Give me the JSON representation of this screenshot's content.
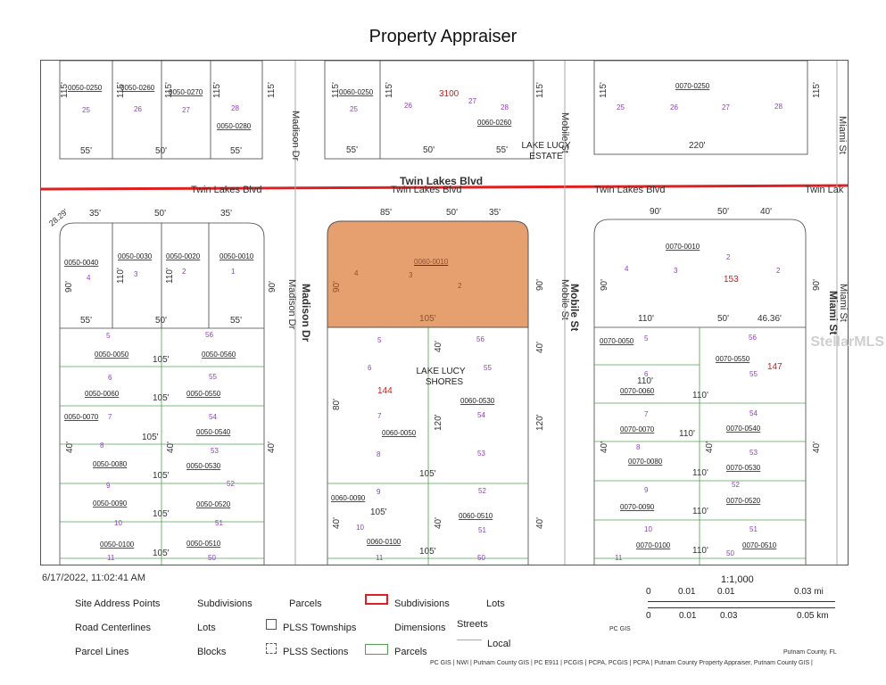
{
  "title": "Property Appraiser",
  "timestamp": "6/17/2022, 11:02:41 AM",
  "watermark": "StellarMLS",
  "colors": {
    "subject_parcel": "#e6a070",
    "road_centerline": "#e02020",
    "parcel_line": "#444444",
    "lot_number": "#9040c0",
    "block_number": "#cc2020",
    "lot_line": "#50a050"
  },
  "streets": {
    "twin_lakes_1": "Twin Lakes Blvd",
    "twin_lakes_2": "Twin Lakes Blvd",
    "twin_lakes_3": "Twin Lakes Blvd",
    "twin_lakes_partial": "Twin Lak",
    "twin_lakes_bold": "Twin Lakes Blvd",
    "madison_1": "Madison Dr",
    "madison_2": "Madison Dr",
    "madison_bold": "Madison Dr",
    "mobile_1": "Mobile St",
    "mobile_2": "Mobile St",
    "mobile_bold": "Mobile St",
    "miami_1": "Miami St",
    "miami_2": "Miami St",
    "miami_bold": "Miami St"
  },
  "subdivisions": {
    "lake_lucy_estate_1": "LAKE LUCY",
    "lake_lucy_estate_2": "ESTATE",
    "lake_lucy_shores_1": "LAKE LUCY",
    "lake_lucy_shores_2": "SHORES"
  },
  "blocks": [
    "3100",
    "144",
    "153",
    "147"
  ],
  "parcels": {
    "p0050_0250": "0050-0250",
    "p0050_0260": "0050-0260",
    "p0050_0270": "0050-0270",
    "p0050_0280": "0050-0280",
    "p0060_0250": "0060-0250",
    "p0060_0260": "0060-0260",
    "p0070_0250": "0070-0250",
    "p0050_0040": "0050-0040",
    "p0050_0030": "0050-0030",
    "p0050_0020": "0050-0020",
    "p0050_0010": "0050-0010",
    "p0060_0010": "0060-0010",
    "p0070_0010": "0070-0010",
    "p0050_0050": "0050-0050",
    "p0050_0560": "0050-0560",
    "p0050_0060": "0050-0060",
    "p0050_0550": "0050-0550",
    "p0050_0070": "0050-0070",
    "p0050_0540": "0050-0540",
    "p0050_0080": "0050-0080",
    "p0050_0530": "0050-0530",
    "p0050_0090": "0050-0090",
    "p0050_0520": "0050-0520",
    "p0050_0100": "0050-0100",
    "p0050_0510": "0050-0510",
    "p0060_0530": "0060-0530",
    "p0060_0050": "0060-0050",
    "p0060_0090": "0060-0090",
    "p0060_0510": "0060-0510",
    "p0060_0100": "0060-0100",
    "p0070_0050": "0070-0050",
    "p0070_0550": "0070-0550",
    "p0070_0060": "0070-0060",
    "p0070_0070": "0070-0070",
    "p0070_0540": "0070-0540",
    "p0070_0080": "0070-0080",
    "p0070_0530": "0070-0530",
    "p0070_0090": "0070-0090",
    "p0070_0520": "0070-0520",
    "p0070_0100": "0070-0100",
    "p0070_0510": "0070-0510"
  },
  "lots": {
    "l25a": "25",
    "l26a": "26",
    "l27a": "27",
    "l28a": "28",
    "l25b": "25",
    "l26b": "26",
    "l27b": "27",
    "l28b": "28",
    "l25c": "25",
    "l26c": "26",
    "l27c": "27",
    "l28c": "28",
    "l4a": "4",
    "l3a": "3",
    "l2a": "2",
    "l1a": "1",
    "l4b": "4",
    "l3b": "3",
    "l2b": "2",
    "l4c": "4",
    "l3c": "3",
    "l2c": "2",
    "l2d": "2",
    "w5": "5",
    "w56": "56",
    "w6": "6",
    "w55": "55",
    "w7": "7",
    "w54": "54",
    "w8": "8",
    "w53": "53",
    "w9": "9",
    "w52": "52",
    "w10": "10",
    "w51": "51",
    "w11": "11",
    "w50": "50",
    "c5": "5",
    "c56": "56",
    "c6": "6",
    "c55": "55",
    "c7": "7",
    "c54": "54",
    "c8": "8",
    "c53": "53",
    "c9": "9",
    "c52": "52",
    "c10": "10",
    "c51": "51",
    "c11": "11",
    "c50": "50",
    "e5": "5",
    "e56": "56",
    "e6": "6",
    "e55": "55",
    "e7": "7",
    "e54": "54",
    "e8": "8",
    "e53": "53",
    "e9": "9",
    "e52": "52",
    "e10": "10",
    "e51": "51",
    "e11": "11",
    "e50": "50"
  },
  "dimensions": {
    "d115a": "115'",
    "d115b": "115'",
    "d115c": "115'",
    "d115d": "115'",
    "d115e": "115'",
    "d115f": "115'",
    "d115g": "115'",
    "d115h": "115'",
    "d115i": "115'",
    "d115j": "115'",
    "d55a": "55'",
    "d50a": "50'",
    "d55b": "55'",
    "d55c": "55'",
    "d50b": "50'",
    "d55d": "55'",
    "d220": "220'",
    "d35a": "35'",
    "d50c": "50'",
    "d35b": "35'",
    "d2829": "28.29'",
    "d85": "85'",
    "d50d": "50'",
    "d35c": "35'",
    "d90a": "90'",
    "d50e": "50'",
    "d40a": "40'",
    "d90b": "90'",
    "d110a": "110'",
    "d110b": "110'",
    "d90c": "90'",
    "d90d": "90'",
    "d90e": "90'",
    "d90f": "90'",
    "d55e": "55'",
    "d50f": "50'",
    "d55f": "55'",
    "d105a": "105'",
    "d110c": "110'",
    "d50g": "50'",
    "d4636": "46.36'",
    "d105b": "105'",
    "d105c": "105'",
    "d105d": "105'",
    "d105e": "105'",
    "d105f": "105'",
    "d40b": "40'",
    "d40c": "40'",
    "d40d": "40'",
    "d40e": "40'",
    "d40f": "40'",
    "d80": "80'",
    "d120a": "120'",
    "d120b": "120'",
    "d40g": "40'",
    "d105g": "105'",
    "d105h": "105'",
    "d40h": "40'",
    "d40i": "40'",
    "d105i": "105'",
    "d110d": "110'",
    "d110e": "110'",
    "d110f": "110'",
    "d110g": "110'",
    "d110h": "110'",
    "d110i": "110'",
    "d40j": "40'",
    "d40k": "40'"
  },
  "legend": {
    "site_address_points": "Site Address Points",
    "road_centerlines": "Road Centerlines",
    "parcel_lines": "Parcel Lines",
    "subdivisions_1": "Subdivisions",
    "lots_1": "Lots",
    "blocks": "Blocks",
    "parcels_1": "Parcels",
    "plss_townships": "PLSS Townships",
    "plss_sections": "PLSS Sections",
    "subdivisions_2": "Subdivisions",
    "dimensions": "Dimensions",
    "parcels_2": "Parcels",
    "lots_2": "Lots",
    "streets": "Streets",
    "local": "Local"
  },
  "scale": {
    "ratio": "1:1,000",
    "mi_0": "0",
    "mi_1": "0.01",
    "mi_2": "0.01",
    "mi_3": "0.03 mi",
    "km_0": "0",
    "km_1": "0.01",
    "km_2": "0.03",
    "km_3": "0.05 km"
  },
  "credits": {
    "pc_gis": "PC GIS",
    "county": "Putnam County, FL",
    "sources": "PC GIS | NWI | Putnam County GIS | PC E911 | PCGIS | PCPA, PCGIS | PCPA | Putnam County Property Appraiser, Putnam County GIS |"
  }
}
